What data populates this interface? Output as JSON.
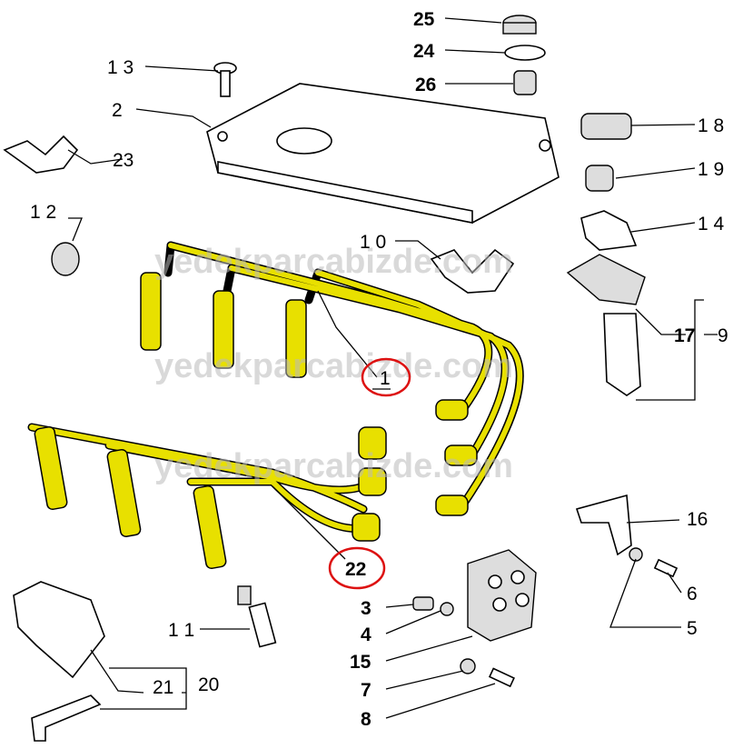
{
  "watermark": "yedekparcabizde.com",
  "labels": {
    "p25": "25",
    "p24": "24",
    "p26": "26",
    "p13": "1 3",
    "p2": "2",
    "p23": "23",
    "p18": "1 8",
    "p19": "1 9",
    "p14": "1 4",
    "p12": "1 2",
    "p10": "1 0",
    "p17": "17",
    "p9": "9",
    "p1": "1",
    "p22": "22",
    "p16": "16",
    "p6": "6",
    "p5": "5",
    "p11": "1 1",
    "p3": "3",
    "p4": "4",
    "p15": "15",
    "p7": "7",
    "p8": "8",
    "p21": "21",
    "p20": "20"
  },
  "colors": {
    "wire": "#e8e000",
    "highlight": "#d11111"
  }
}
